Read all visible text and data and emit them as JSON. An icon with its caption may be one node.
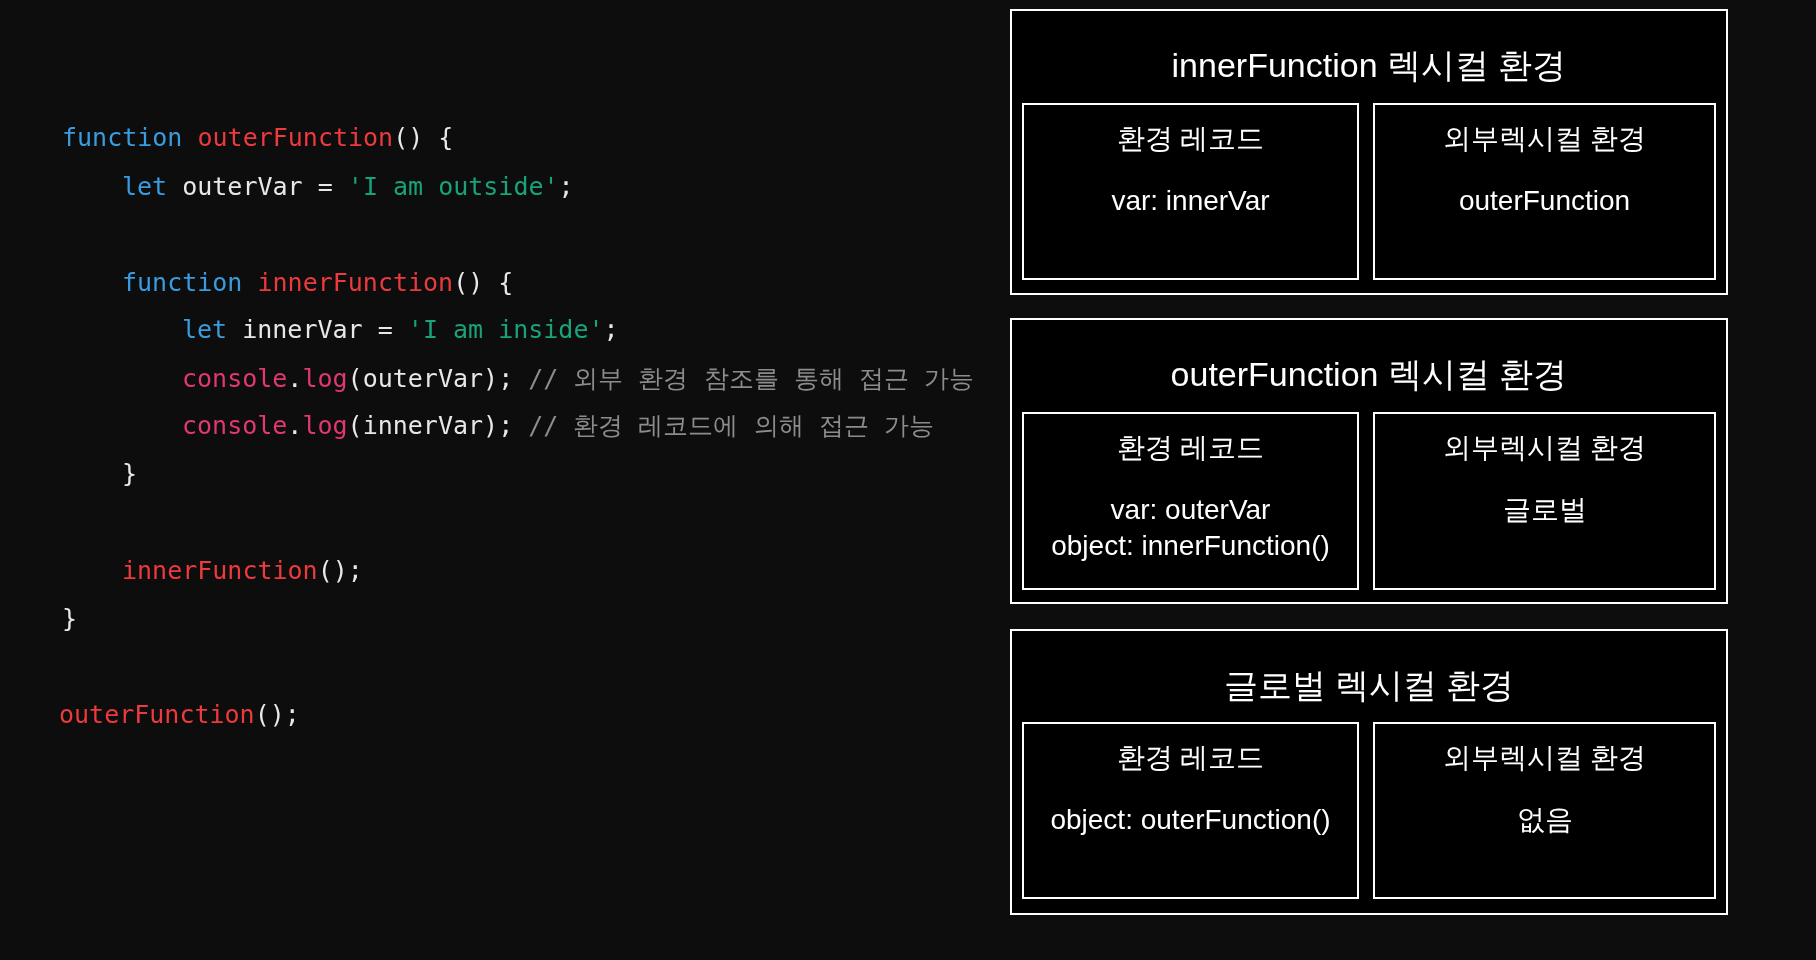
{
  "diagram": {
    "nodes": [
      {
        "text": [
          "innerFunction 렉시컬 환경"
        ]
      },
      {
        "text": [
          "환경 레코드",
          "var: innerVar"
        ],
        "in": 0
      },
      {
        "text": [
          "외부렉시컬 환경",
          "outerFunction"
        ],
        "in": 0
      },
      {
        "text": [
          "outerFunction 렉시컬 환경"
        ]
      },
      {
        "text": [
          "환경 레코드",
          "var: outerVar",
          "object: innerFunction()"
        ],
        "in": 3
      },
      {
        "text": [
          "외부렉시컬 환경",
          "글로벌"
        ],
        "in": 3
      },
      {
        "text": [
          "글로벌 렉시컬 환경"
        ]
      },
      {
        "text": [
          "환경 레코드",
          "object: outerFunction()"
        ],
        "in": 6
      },
      {
        "text": [
          "외부렉시컬 환경",
          "없음"
        ],
        "in": 6
      }
    ],
    "labels": [
      "function outerFunction() {",
      "let outerVar = 'I am outside';",
      "function innerFunction() {",
      "let innerVar = 'I am inside';",
      "console.log(outerVar); // 외부 환경 참조를 통해 접근 가능",
      "console.log(innerVar); // 환경 레코드에 의해 접근 가능",
      "}",
      "innerFunction();",
      "}",
      "outerFunction();"
    ]
  }
}
